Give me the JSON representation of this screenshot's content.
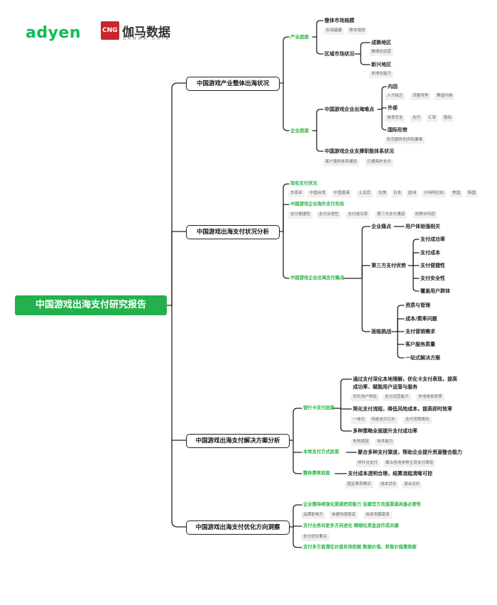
{
  "logos": {
    "adyen": "adyen",
    "gamma_mark": "CNG",
    "gamma_name": "伽马数据",
    "gamma_sub": "GAMMA DATA"
  },
  "root": "中国游戏出海支付研究报告",
  "branches": [
    "中国游戏产业整体出海状况",
    "中国游戏出海支付状况分析",
    "中国游戏出海支付解决方案分析",
    "中国游戏出海支付优化方向洞察"
  ],
  "s1": {
    "industry": "产业层面",
    "scale": "整体市场规模",
    "scale_tags": [
      "出海基建",
      "降本增效"
    ],
    "regional": "区域市场状况",
    "mature": "成熟地区",
    "mature_tags": [
      "精细化运营"
    ],
    "emerging": "新兴地区",
    "emerging_tags": [
      "本地化能力"
    ],
    "enterprise": "企业层面",
    "difficulty": "中国游戏企业出海难点",
    "internal": "内因",
    "internal_tags": [
      "人才缺乏",
      "流量竞争",
      "赛道内卷"
    ],
    "external": "外部",
    "external_tags": [
      "信息安全",
      "支付",
      "汇率",
      "隐私"
    ],
    "intl": "国际形势",
    "intl_tags": [
      "防范额外的风险要素"
    ],
    "support": "中国游戏企业支撑职能体系状况",
    "support_tags": [
      "客户服务体系建设",
      "打通海外支付"
    ]
  },
  "s2": {
    "current": "现有支付状况",
    "regions": [
      "东南亚",
      "中国台湾",
      "中国香港",
      "土耳其",
      "拉美",
      "日本",
      "欧洲",
      "沙特阿拉伯",
      "美国",
      "韩国"
    ],
    "layout": "中国游戏企业海外支付布局",
    "layout_tags": [
      "支付便捷性",
      "支付合规性",
      "支付成功率",
      "第三方支付通道",
      "防欺诈风控"
    ],
    "pain": "中国游戏企业出海支付痛点",
    "enterprise_pain": "企业痛点",
    "user_exp": "用户体验强相关",
    "third_party": "第三方支付优势",
    "advantages": [
      "支付成功率",
      "支付成本",
      "支付便捷性",
      "支付安全性",
      "覆盖用户群体"
    ],
    "challenges": "面临挑战",
    "challenge_items": [
      "资质与管理",
      "成本/费率问题",
      "支付营销需求",
      "客户服务质量",
      "一站式解决方案"
    ]
  },
  "s3": {
    "card": "银行卡支付层面",
    "card_p1a": "通过支付深化本地理解，优化卡支付表现，提高",
    "card_p1b": "成功率、赋能用户运营与服务",
    "card_p1_tags": [
      "优化用户体验",
      "支付运营能力",
      "本地收单资质"
    ],
    "card_p2": "简化支付流程，降低风险成本，提高即时效率",
    "card_p2_tags": [
      "一体化",
      "传统支付冗长",
      "支付流程简化"
    ],
    "card_p3": "多种策略全面提升支付成功率",
    "card_p3_tags": [
      "失败原因",
      "技术能力"
    ],
    "local": "本地支付方式层面",
    "local_p": "聚合多种支付渠道，帮助企业提升资源整合能力",
    "local_tags": [
      "碎片化支付",
      "聚合各地多种主流支付渠道"
    ],
    "fee": "整体费率层面",
    "fee_p": "支付成本透明合理，结算流程清晰可控",
    "fee_tags": [
      "固定费率模式",
      "成本优化",
      "混合定价"
    ]
  },
  "s4": {
    "i1": "企业需持续强化渠道把控能力 自建官方充值渠道具备必要性",
    "i1_tags": [
      "品牌影响力",
      "自建充值渠道",
      "自身发展需求"
    ],
    "i2": "支付业务向更多方向进化 精细化资金运作成关键",
    "i2_tags": [
      "支付优化要点"
    ],
    "i3": "支付多方面潜在价值有待挖掘 数据价值、获客价值需探索"
  }
}
